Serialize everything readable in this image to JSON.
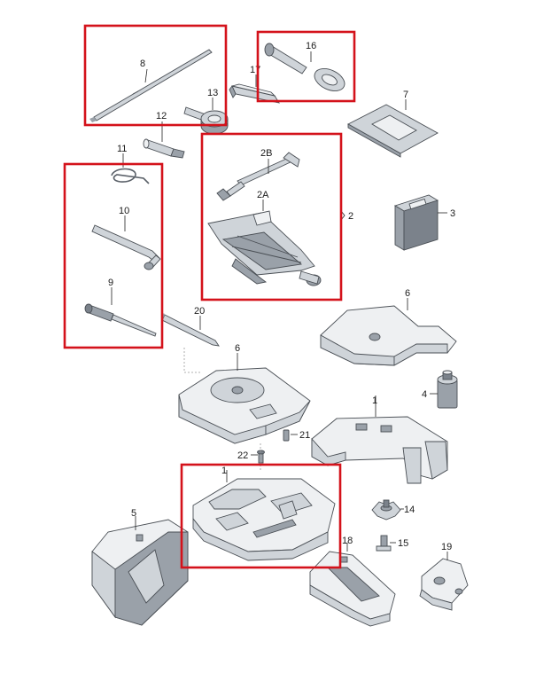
{
  "labels": {
    "p1a": "1",
    "p1b": "1",
    "p2": "2",
    "p2a": "2A",
    "p2b": "2B",
    "p3": "3",
    "p4": "4",
    "p5": "5",
    "p6a": "6",
    "p6b": "6",
    "p7": "7",
    "p8": "8",
    "p9": "9",
    "p10": "10",
    "p11": "11",
    "p12": "12",
    "p13": "13",
    "p14": "14",
    "p15": "15",
    "p16": "16",
    "p17": "17",
    "p18": "18",
    "p19": "19",
    "p20": "20",
    "p21": "21",
    "p22": "22"
  },
  "colors": {
    "highlight": "#d4121b",
    "part_light": "#eef0f2",
    "part_mid": "#cfd4d9",
    "part_dark": "#9aa1a9"
  }
}
